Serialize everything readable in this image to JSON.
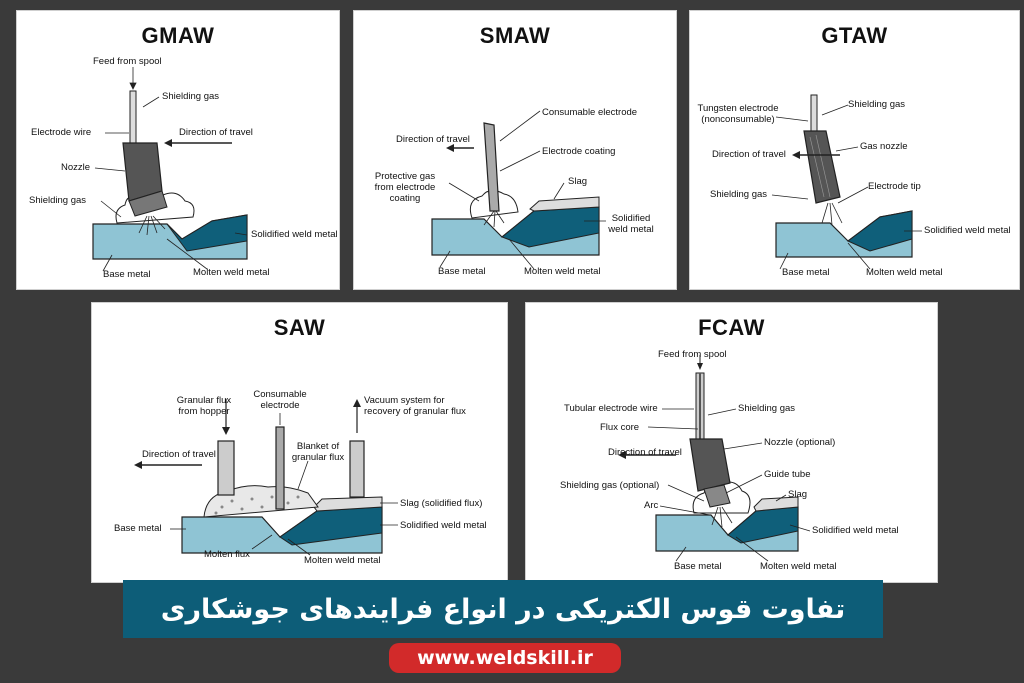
{
  "panels": {
    "gmaw": {
      "title": "GMAW",
      "labels": {
        "feed": "Feed from spool",
        "shield_top": "Shielding gas",
        "wire": "Electrode wire",
        "direction": "Direction of travel",
        "nozzle": "Nozzle",
        "shield_left": "Shielding gas",
        "solidified": "Solidified weld metal",
        "base": "Base metal",
        "molten": "Molten weld metal"
      }
    },
    "smaw": {
      "title": "SMAW",
      "labels": {
        "consumable": "Consumable electrode",
        "direction": "Direction of travel",
        "coating": "Electrode coating",
        "protective_1": "Protective gas",
        "protective_2": "from electrode",
        "protective_3": "coating",
        "slag": "Slag",
        "solidified_1": "Solidified",
        "solidified_2": "weld metal",
        "base": "Base metal",
        "molten": "Molten weld metal"
      }
    },
    "gtaw": {
      "title": "GTAW",
      "labels": {
        "tungsten_1": "Tungsten electrode",
        "tungsten_2": "(nonconsumable)",
        "shield_top": "Shielding gas",
        "nozzle": "Gas nozzle",
        "direction": "Direction of travel",
        "shield_left": "Shielding gas",
        "tip": "Electrode tip",
        "solidified": "Solidified weld metal",
        "base": "Base metal",
        "molten": "Molten weld metal"
      }
    },
    "saw": {
      "title": "SAW",
      "labels": {
        "flux_1": "Granular flux",
        "flux_2": "from hopper",
        "consumable_1": "Consumable",
        "consumable_2": "electrode",
        "vacuum_1": "Vacuum system for",
        "vacuum_2": "recovery of granular flux",
        "direction": "Direction of travel",
        "blanket_1": "Blanket of",
        "blanket_2": "granular flux",
        "slag": "Slag (solidified flux)",
        "base": "Base metal",
        "solidified": "Solidified weld metal",
        "molten_flux": "Molten flux",
        "molten": "Molten weld metal"
      }
    },
    "fcaw": {
      "title": "FCAW",
      "labels": {
        "feed": "Feed from spool",
        "tubular": "Tubular electrode wire",
        "shield_top": "Shielding gas",
        "core": "Flux core",
        "nozzle": "Nozzle (optional)",
        "direction": "Direction of travel",
        "guide": "Guide tube",
        "shield_opt": "Shielding gas (optional)",
        "slag": "Slag",
        "arc": "Arc",
        "solidified": "Solidified weld metal",
        "base": "Base metal",
        "molten": "Molten weld metal"
      }
    }
  },
  "banner": "تفاوت قوس الکتریکی در انواع فرایندهای جوشکاری",
  "website": "www.weldskill.ir",
  "colors": {
    "background": "#3a3a3a",
    "metal_light": "#8fc4d4",
    "metal_dark": "#0f5f7a",
    "banner": "#0d5d78",
    "url_badge": "#d22a2a"
  }
}
